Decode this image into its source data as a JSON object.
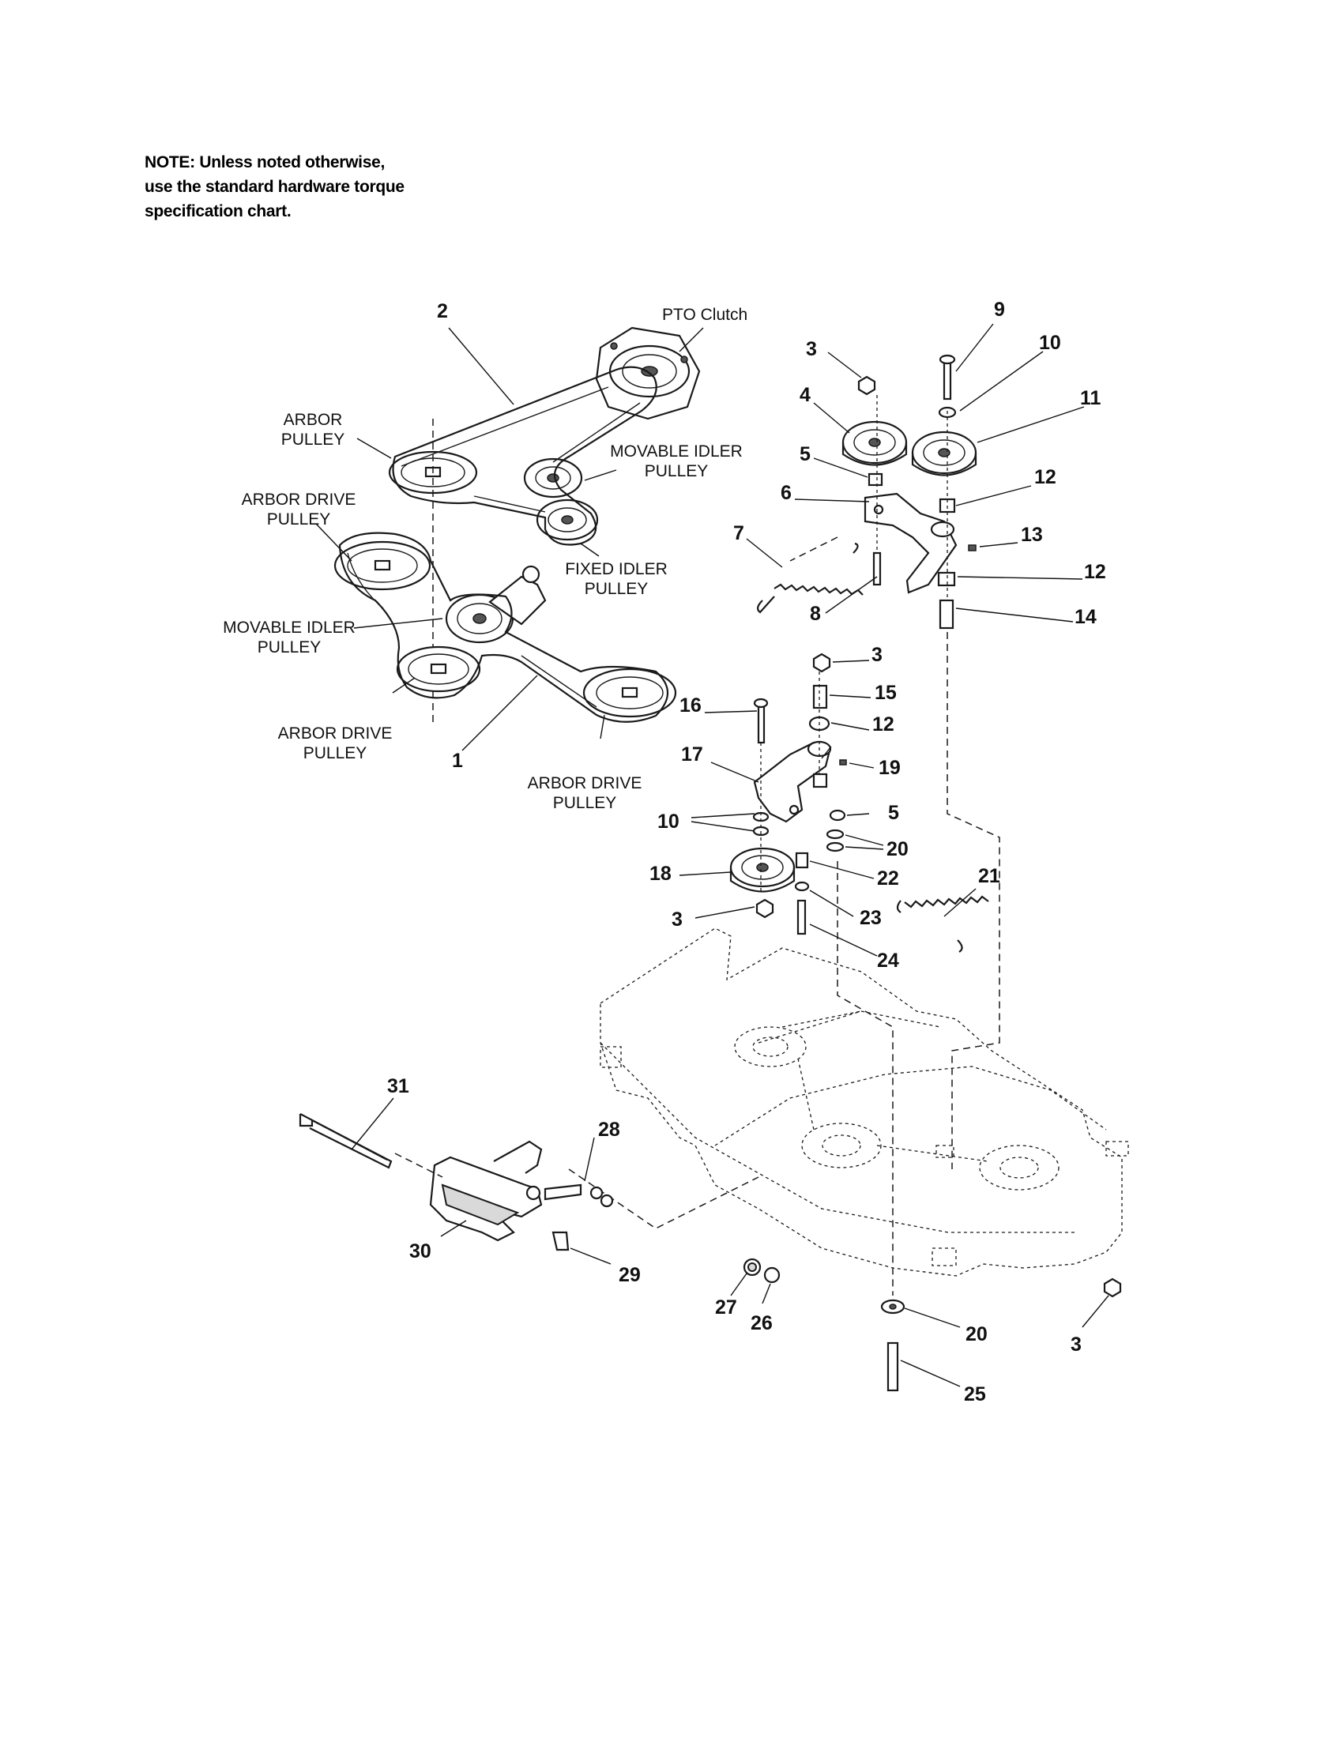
{
  "note": {
    "lines": [
      "NOTE: Unless noted otherwise,",
      "use the standard hardware torque",
      "specification chart."
    ]
  },
  "labels": {
    "pto_clutch": "PTO Clutch",
    "arbor_pulley": [
      "ARBOR",
      "PULLEY"
    ],
    "arbor_drive_pulley_a": [
      "ARBOR DRIVE",
      "PULLEY"
    ],
    "arbor_drive_pulley_b": [
      "ARBOR DRIVE",
      "PULLEY"
    ],
    "arbor_drive_pulley_c": [
      "ARBOR DRIVE",
      "PULLEY"
    ],
    "movable_idler_pulley_a": [
      "MOVABLE IDLER",
      "PULLEY"
    ],
    "movable_idler_pulley_b": [
      "MOVABLE IDLER",
      "PULLEY"
    ],
    "fixed_idler_pulley": [
      "FIXED IDLER",
      "PULLEY"
    ]
  },
  "callouts": {
    "c1": "1",
    "c2": "2",
    "c3a": "3",
    "c3b": "3",
    "c3c": "3",
    "c3d": "3",
    "c4": "4",
    "c5a": "5",
    "c5b": "5",
    "c6": "6",
    "c7": "7",
    "c8": "8",
    "c9": "9",
    "c10a": "10",
    "c10b": "10",
    "c11": "11",
    "c12a": "12",
    "c12b": "12",
    "c12c": "12",
    "c13": "13",
    "c14": "14",
    "c15": "15",
    "c16": "16",
    "c17": "17",
    "c18": "18",
    "c19": "19",
    "c20a": "20",
    "c20b": "20",
    "c21": "21",
    "c22": "22",
    "c23": "23",
    "c24": "24",
    "c25": "25",
    "c26": "26",
    "c27": "27",
    "c28": "28",
    "c29": "29",
    "c30": "30",
    "c31": "31"
  }
}
